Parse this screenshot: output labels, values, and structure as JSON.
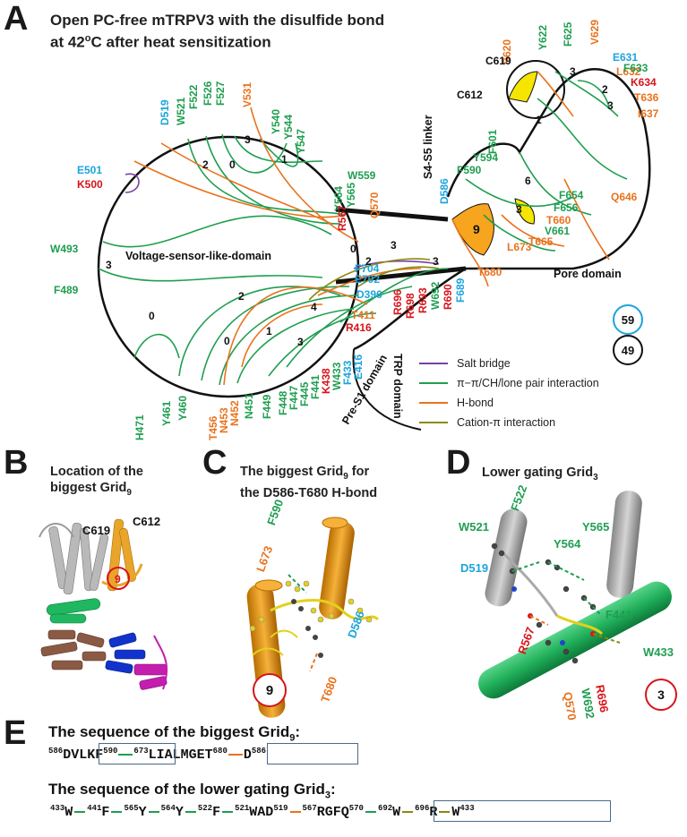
{
  "panelA": {
    "letter": "A",
    "title_line1": "Open PC-free mTRPV3 with the disulfide bond",
    "title_line2_prefix": "at 42",
    "title_line2_sup": "o",
    "title_line2_suffix": "C after heat sensitization",
    "regions": {
      "vsld": "Voltage-sensor-like-domain",
      "pore": "Pore domain",
      "s4s5": "S4-S5 linker",
      "pres1": "Pre-S1 domain",
      "trp": "TRP domain"
    },
    "counts": {
      "blue": "59",
      "black": "49"
    },
    "grid_numbers": [
      "3",
      "2",
      "0",
      "1",
      "3",
      "0",
      "2",
      "0",
      "1",
      "3",
      "4",
      "2",
      "0",
      "3",
      "3",
      "9",
      "3",
      "6",
      "1",
      "3",
      "2",
      "3"
    ],
    "legend": [
      {
        "label": "Salt bridge",
        "color": "#7b3fa0"
      },
      {
        "label": "π−π/CH/lone pair interaction",
        "color": "#1f9e50"
      },
      {
        "label": "H-bond",
        "color": "#e8731e"
      },
      {
        "label": "Cation-π interaction",
        "color": "#8a8a10"
      }
    ],
    "residues": {
      "D519": "D519",
      "W521": "W521",
      "F522": "F522",
      "F526": "F526",
      "F527": "F527",
      "V531": "V531",
      "Y540": "Y540",
      "Y544": "Y544",
      "V547": "Y547",
      "E501": "E501",
      "K500": "K500",
      "W493": "W493",
      "F489": "F489",
      "H471": "H471",
      "Y461": "Y461",
      "Y460": "Y460",
      "T456": "T456",
      "N453": "N453",
      "N452": "N452",
      "N451": "N451",
      "F449": "F449",
      "F448": "F448",
      "F447": "F447",
      "F445": "F445",
      "F441": "F441",
      "K438": "K438",
      "W433": "W433",
      "F433": "F433",
      "E416": "E416",
      "R416": "R416",
      "T411": "T411",
      "D396": "D396",
      "E702": "E702",
      "F704": "F704",
      "R696": "R696",
      "R698": "R698",
      "R693": "R693",
      "W692": "W692",
      "R690": "R690",
      "F689": "F689",
      "W559": "W559",
      "Y564": "Y564",
      "Y565": "Y565",
      "R567": "R567",
      "Q570": "Q570",
      "D586": "D586",
      "F590": "F590",
      "Y594": "Y594",
      "F601": "F601",
      "T680": "T680",
      "L673": "L673",
      "T665": "T665",
      "F654": "F654",
      "F656": "F656",
      "T660": "T660",
      "V661": "V661",
      "Q646": "Q646",
      "S620": "S620",
      "Y622": "Y622",
      "F625": "F625",
      "V629": "V629",
      "E631": "E631",
      "L632": "L632",
      "F633": "F633",
      "K634": "K634",
      "T636": "T636",
      "I637": "I637",
      "C619": "C619",
      "C612": "C612"
    }
  },
  "panelB": {
    "letter": "B",
    "title_line1": "Location of the",
    "title_line2": "biggest Grid",
    "title_sub": "9",
    "c619": "C619",
    "c612": "C612",
    "grid": "9"
  },
  "panelC": {
    "letter": "C",
    "title_line1": "The biggest Grid",
    "title_sub": "9",
    "title_line1_suffix": " for",
    "title_line2": "the D586-T680 H-bond",
    "f590": "F590",
    "l673": "L673",
    "d586": "D586",
    "t680": "T680",
    "grid": "9"
  },
  "panelD": {
    "letter": "D",
    "title": "Lower gating Grid",
    "title_sub": "3",
    "w521": "W521",
    "f522": "F522",
    "y565": "Y565",
    "y564": "Y564",
    "d519": "D519",
    "f441": "F441",
    "r567": "R567",
    "w433": "W433",
    "r696": "R696",
    "w692": "W692",
    "q570": "Q570",
    "grid": "3"
  },
  "panelE": {
    "letter": "E",
    "title1": "The sequence of the biggest Grid",
    "title1_sub": "9",
    "title1_suffix": ":",
    "title2": "The sequence of the lower gating Grid",
    "title2_sub": "3",
    "title2_suffix": ":",
    "seq1": [
      {
        "sup": "586",
        "text": "DVLKF"
      },
      {
        "sup": "590",
        "text": ""
      },
      {
        "sup": "673",
        "text": "LIALMGET"
      },
      {
        "sup": "680",
        "text": ""
      },
      {
        "sup": "586",
        "text": "D"
      }
    ],
    "seq2": [
      {
        "sup": "433",
        "text": "W"
      },
      {
        "sup": "441",
        "text": "F"
      },
      {
        "sup": "565",
        "text": "Y"
      },
      {
        "sup": "564",
        "text": "Y"
      },
      {
        "sup": "522",
        "text": "F"
      },
      {
        "sup": "521",
        "text": "WAD"
      },
      {
        "sup": "519",
        "text": ""
      },
      {
        "sup": "567",
        "text": "RGFQ"
      },
      {
        "sup": "570",
        "text": ""
      },
      {
        "sup": "692",
        "text": "W"
      },
      {
        "sup": "696",
        "text": "R"
      },
      {
        "sup": "",
        "text": "W"
      },
      {
        "sup": "433",
        "text": ""
      }
    ]
  }
}
